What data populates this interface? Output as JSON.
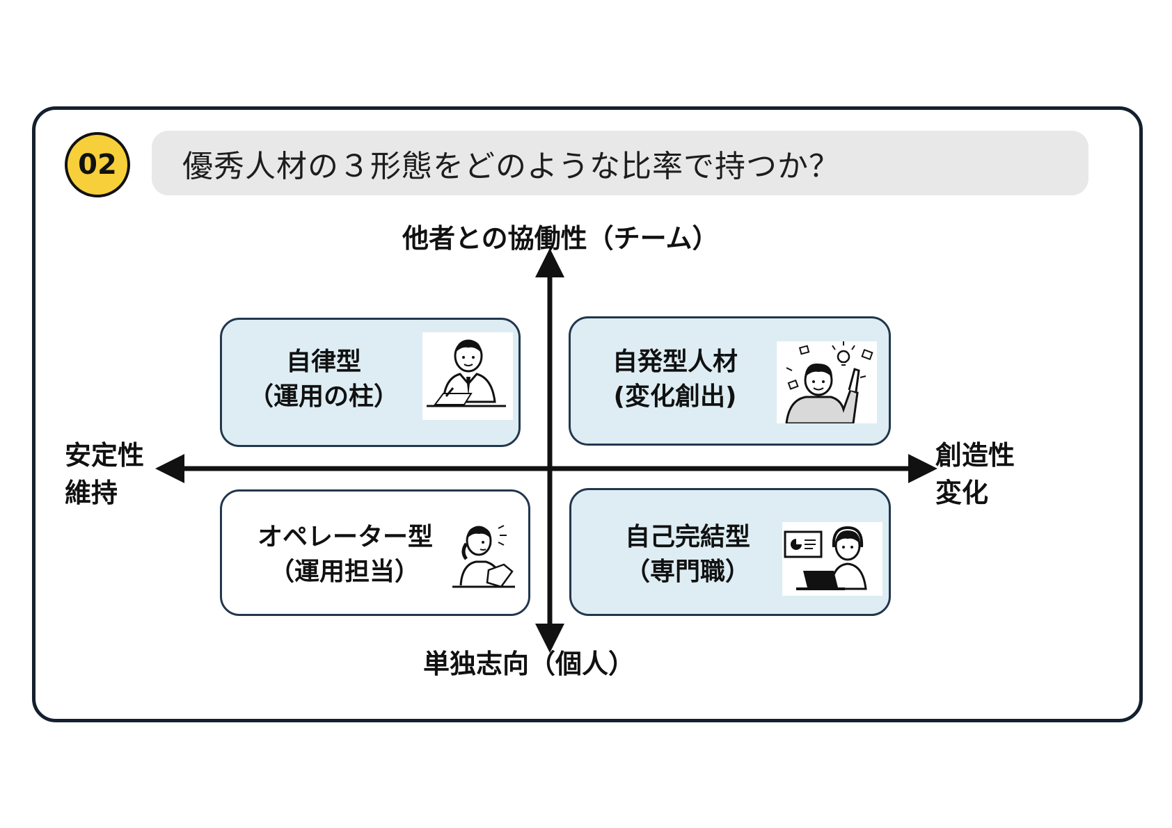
{
  "badge": {
    "number": "02",
    "color": "#f7cf3a"
  },
  "title": "優秀人材の３形態をどのような比率で持つか？",
  "axes": {
    "top": "他者との協働性（チーム）",
    "bottom": "単独志向（個人）",
    "left": [
      "安定性",
      "維持"
    ],
    "right": [
      "創造性",
      "変化"
    ]
  },
  "quadrants": {
    "top_left": {
      "line1": "自律型",
      "line2": "（運用の柱）",
      "icon": "businessman-writing-icon"
    },
    "top_right": {
      "line1": "自発型人材",
      "line2": "(変化創出)",
      "icon": "idea-person-icon"
    },
    "bottom_left": {
      "line1": "オペレーター型",
      "line2": "（運用担当）",
      "icon": "phone-operator-icon"
    },
    "bottom_right": {
      "line1": "自己完結型",
      "line2": "（専門職）",
      "icon": "laptop-specialist-icon"
    }
  },
  "colors": {
    "frame": "#14202d",
    "tint": "#ddedf3",
    "title_bg": "#e8e8e8"
  }
}
